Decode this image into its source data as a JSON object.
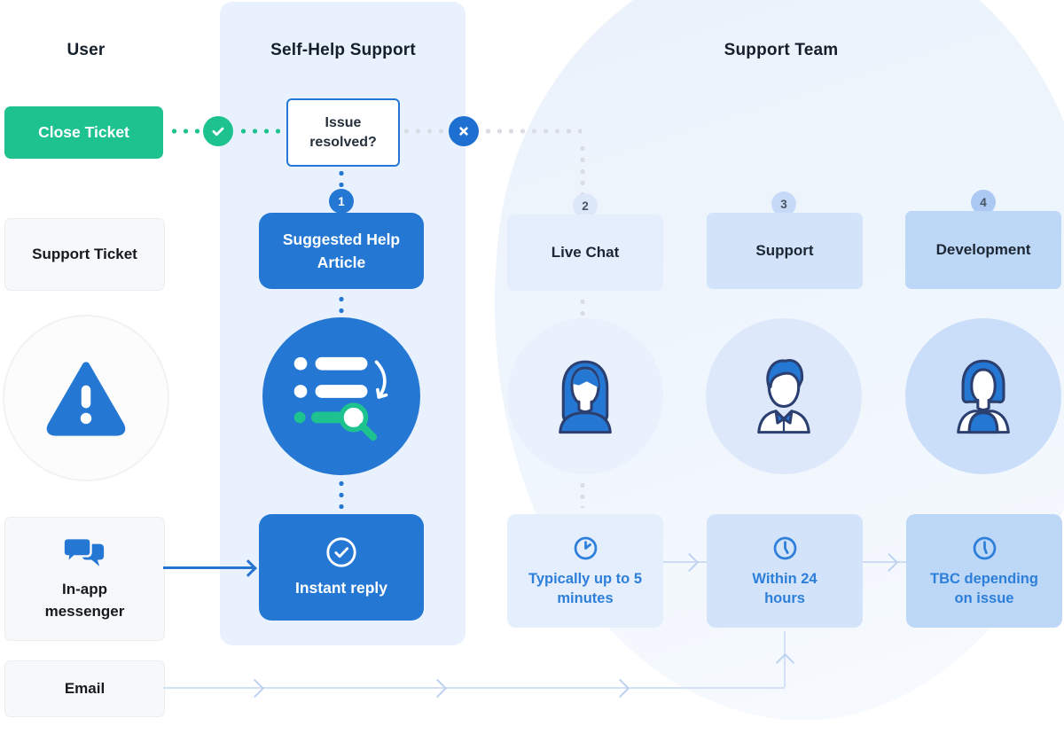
{
  "headers": {
    "user": "User",
    "self_help": "Self-Help Support",
    "support_team": "Support Team"
  },
  "user_column": {
    "close_ticket_label": "Close Ticket",
    "support_ticket_label": "Support Ticket",
    "in_app_messenger_label": "In-app messenger",
    "email_label": "Email"
  },
  "self_help": {
    "issue_resolved_label": "Issue resolved?",
    "suggested_badge": "1",
    "suggested_label": "Suggested Help Article",
    "instant_reply_label": "Instant reply"
  },
  "support_team": {
    "steps": [
      {
        "badge": "2",
        "label": "Live Chat",
        "sla": "Typically up to 5 minutes"
      },
      {
        "badge": "3",
        "label": "Support",
        "sla": "Within 24 hours"
      },
      {
        "badge": "4",
        "label": "Development",
        "sla": "TBC depending on issue"
      }
    ]
  },
  "icons": {
    "yes_branch": "check-circle-icon",
    "no_branch": "x-circle-icon",
    "user_alert": "warning-triangle-icon",
    "in_app": "chat-bubbles-icon",
    "self_help_engine": "list-search-icon",
    "instant_reply": "check-outline-icon",
    "sla": "clock-icon",
    "agents": [
      "female-agent-avatar",
      "male-agent-avatar",
      "female-developer-avatar"
    ]
  },
  "colors": {
    "green": "#1ec28e",
    "primary_blue": "#2478d4",
    "x_circle_blue": "#1d6fd2",
    "panel_blue": "#e8f1fd",
    "step_box_shades": [
      "#e4eefc",
      "#d2e3fa",
      "#bdd7f7"
    ],
    "avatar_circle_shades": [
      "#eaf1fc",
      "#dde9fb",
      "#cadef9"
    ],
    "badge_shades": [
      "#dce8fa",
      "#c6daf8",
      "#abc9f3"
    ],
    "sla_text_blue": "#2e7fd9",
    "gray_box": "#f7f8fa",
    "dots_gray": "#d9dde3",
    "email_line": "#d3e0f5"
  }
}
